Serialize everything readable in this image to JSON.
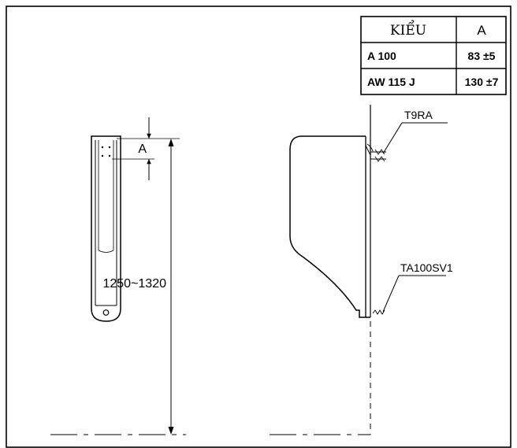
{
  "table": {
    "header_model": "KIỂU",
    "header_dim": "A",
    "rows": [
      {
        "model": "A 100",
        "value": "83 ±5"
      },
      {
        "model": "AW 115 J",
        "value": "130 ±7"
      }
    ]
  },
  "dimensions": {
    "a_label": "A",
    "height_label": "1250~1320"
  },
  "callouts": {
    "top_part": "T9RA",
    "bottom_part": "TA100SV1"
  }
}
